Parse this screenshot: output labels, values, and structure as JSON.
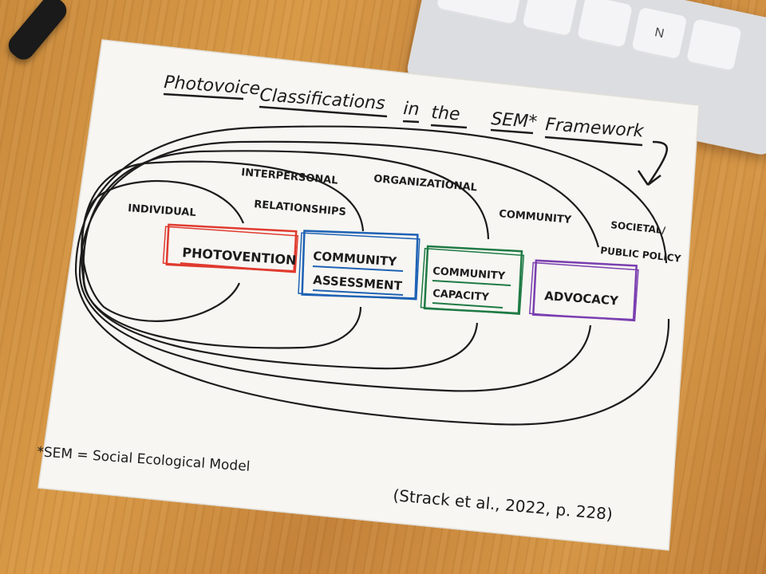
{
  "title": {
    "words": [
      "Photovoice",
      "Classifications",
      "in",
      "the",
      "SEM*",
      "Framework"
    ]
  },
  "levels": {
    "individual": "INDIVIDUAL",
    "interpersonal_line1": "INTERPERSONAL",
    "interpersonal_line2": "RELATIONSHIPS",
    "organizational": "ORGANIZATIONAL",
    "community": "COMMUNITY",
    "societal_line1": "SOCIETAL/",
    "societal_line2": "PUBLIC POLICY"
  },
  "classifications": [
    {
      "id": "photovention",
      "line1": "PHOTOVENTION",
      "line2": "",
      "color": "#e03a2f"
    },
    {
      "id": "community-assessment",
      "line1": "COMMUNITY",
      "line2": "ASSESSMENT",
      "color": "#1f62b5"
    },
    {
      "id": "community-capacity",
      "line1": "COMMUNITY",
      "line2": "CAPACITY",
      "color": "#1f7a45"
    },
    {
      "id": "advocacy",
      "line1": "ADVOCACY",
      "line2": "",
      "color": "#7a3fb0"
    }
  ],
  "footnote": "*SEM = Social Ecological Model",
  "citation": "(Strack et al., 2022, p. 228)",
  "keyboard_key": "N",
  "colors": {
    "ink": "#1c1c1c",
    "paper": "#f7f6f2",
    "desk": "#cf8f42"
  }
}
